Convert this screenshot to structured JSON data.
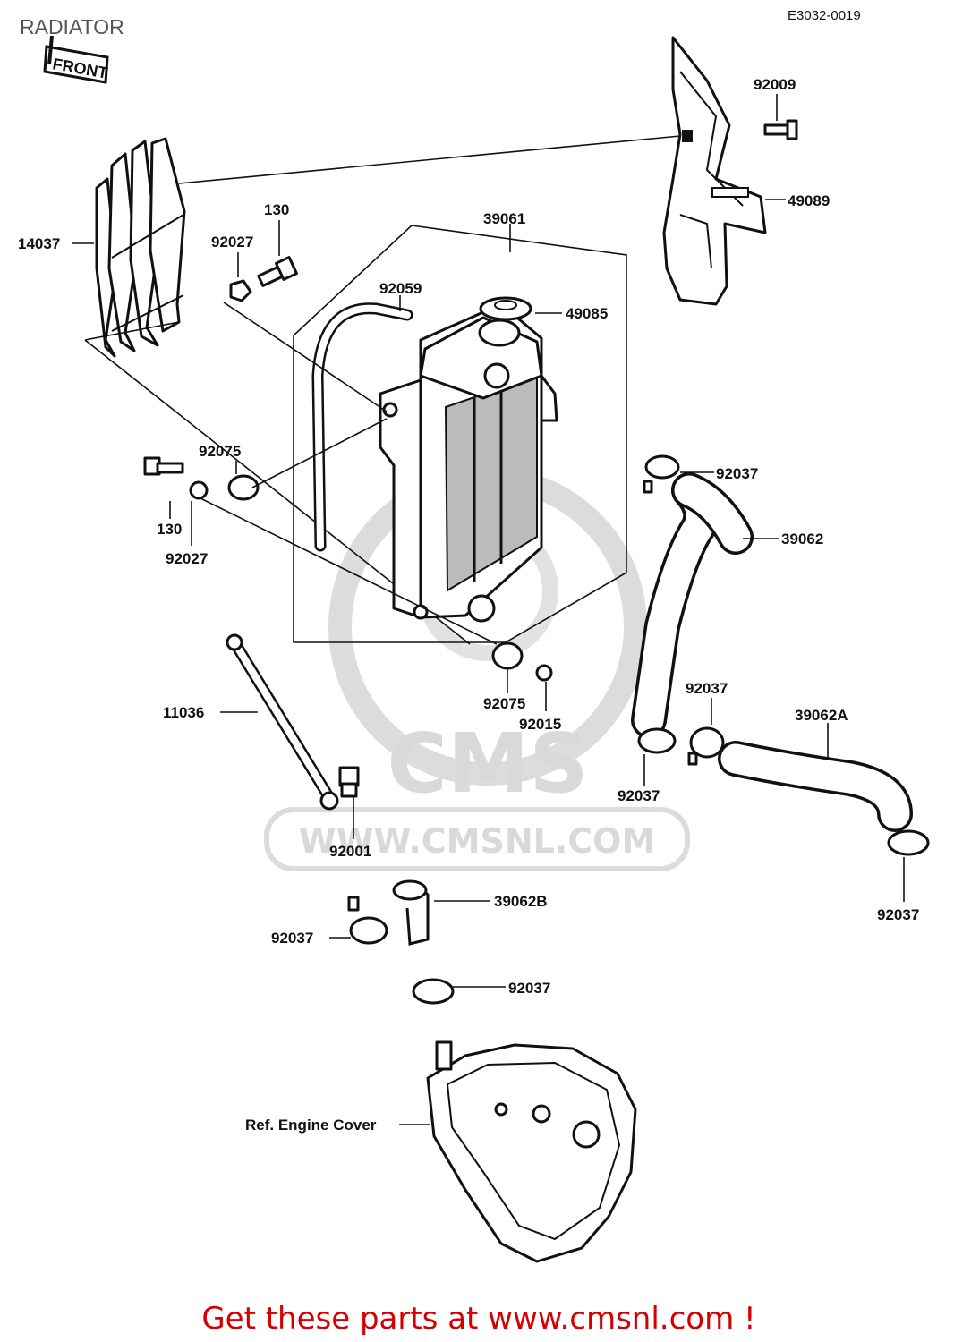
{
  "title": "RADIATOR",
  "drawing_code": "E3032-0019",
  "front_label": "FRONT",
  "watermark": {
    "brand": "CMS",
    "url": "WWW.CMSNL.COM"
  },
  "callouts": {
    "c14037": "14037",
    "c92027_top": "92027",
    "c130_top": "130",
    "c39061": "39061",
    "c92059": "92059",
    "c49085": "49085",
    "c92009": "92009",
    "c49089": "49089",
    "c92075_left": "92075",
    "c130_left": "130",
    "c92027_left": "92027",
    "c92037_a": "92037",
    "c39062": "39062",
    "c11036": "11036",
    "c92075_bottom": "92075",
    "c92015": "92015",
    "c92037_b": "92037",
    "c39062A": "39062A",
    "c92037_c": "92037",
    "c92001": "92001",
    "c92037_d": "92037",
    "c39062B": "39062B",
    "c92037_e": "92037",
    "c92037_f": "92037",
    "ref_engine_cover": "Ref. Engine Cover"
  },
  "footer_text": "Get these parts at www.cmsnl.com !"
}
